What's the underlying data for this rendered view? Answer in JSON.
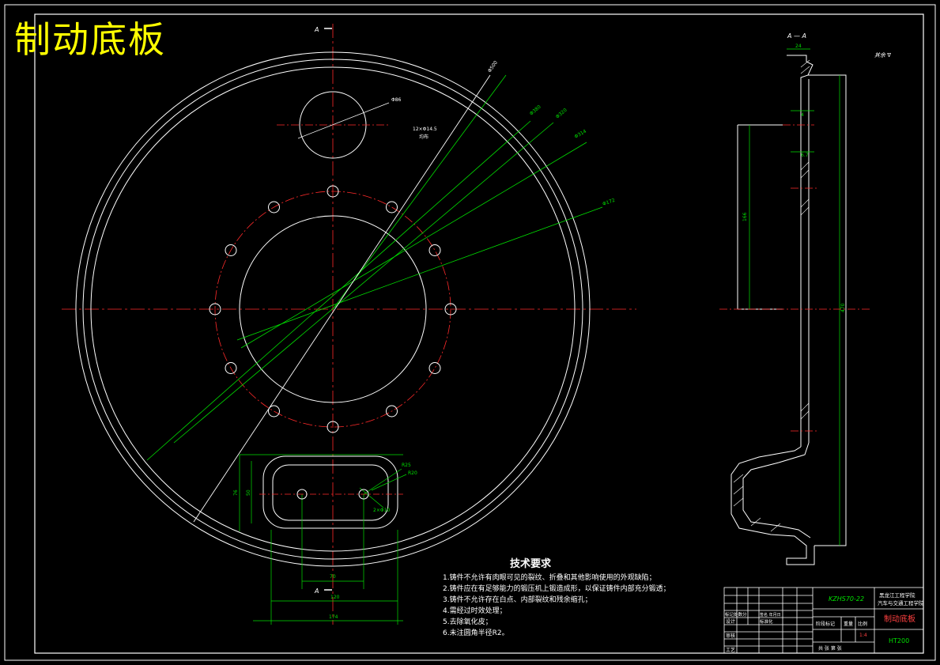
{
  "title": "制动底板",
  "section_labels": {
    "cut_marker_top": "A",
    "cut_marker_bottom": "A",
    "section_title": "A — A",
    "roughness": "其余 ∇"
  },
  "annotations": {
    "dia_large": "Φ500",
    "dia_hole": "Φ86",
    "dia_green1": "Φ380",
    "dia_green2": "Φ320",
    "dia_green3": "Φ314",
    "dia_green4": "Φ172",
    "thread_note": "12×Φ14.5",
    "thread_note2": "均布",
    "slot_r1": "R25",
    "slot_r2": "R20",
    "slot_hole": "2×Φ10",
    "slot_w": "76",
    "slot_h": "50",
    "slot_d1": "70",
    "slot_d2": "120",
    "slot_d3": "174",
    "sec_dim_top": "24",
    "sec_dim_a": "4",
    "sec_dim_b": "6.7",
    "sec_dim_c": "166",
    "sec_dim_d": "470"
  },
  "requirements": {
    "heading": "技术要求",
    "items": [
      "1.铸件不允许有肉眼可见的裂纹、折叠和其他影响使用的外观缺陷；",
      "2.铸件应在有足够能力的锻压机上锻造成形，以保证铸件内部充分锻透；",
      "3.铸件不允许存在白点、内部裂纹和残余缩孔；",
      "4.需经过时效处理；",
      "5.去除氧化皮；",
      "6.未注圆角半径R2。"
    ]
  },
  "title_block": {
    "drawing_no": "KZHS70-22",
    "school_line1": "黑龙江工程学院",
    "school_line2": "汽车与交通工程学院",
    "part_name": "制动底板",
    "material": "HT200",
    "row_design": "设计",
    "row_review": "审核",
    "row_process": "工艺",
    "row_mark": "标记处数分",
    "row_std": "标准化",
    "stage_mark": "阶段标记",
    "weight": "重量",
    "scale": "比例",
    "scale_val": "1:4",
    "sheets": "共 张   第 张",
    "sign": "签名 年月日"
  }
}
